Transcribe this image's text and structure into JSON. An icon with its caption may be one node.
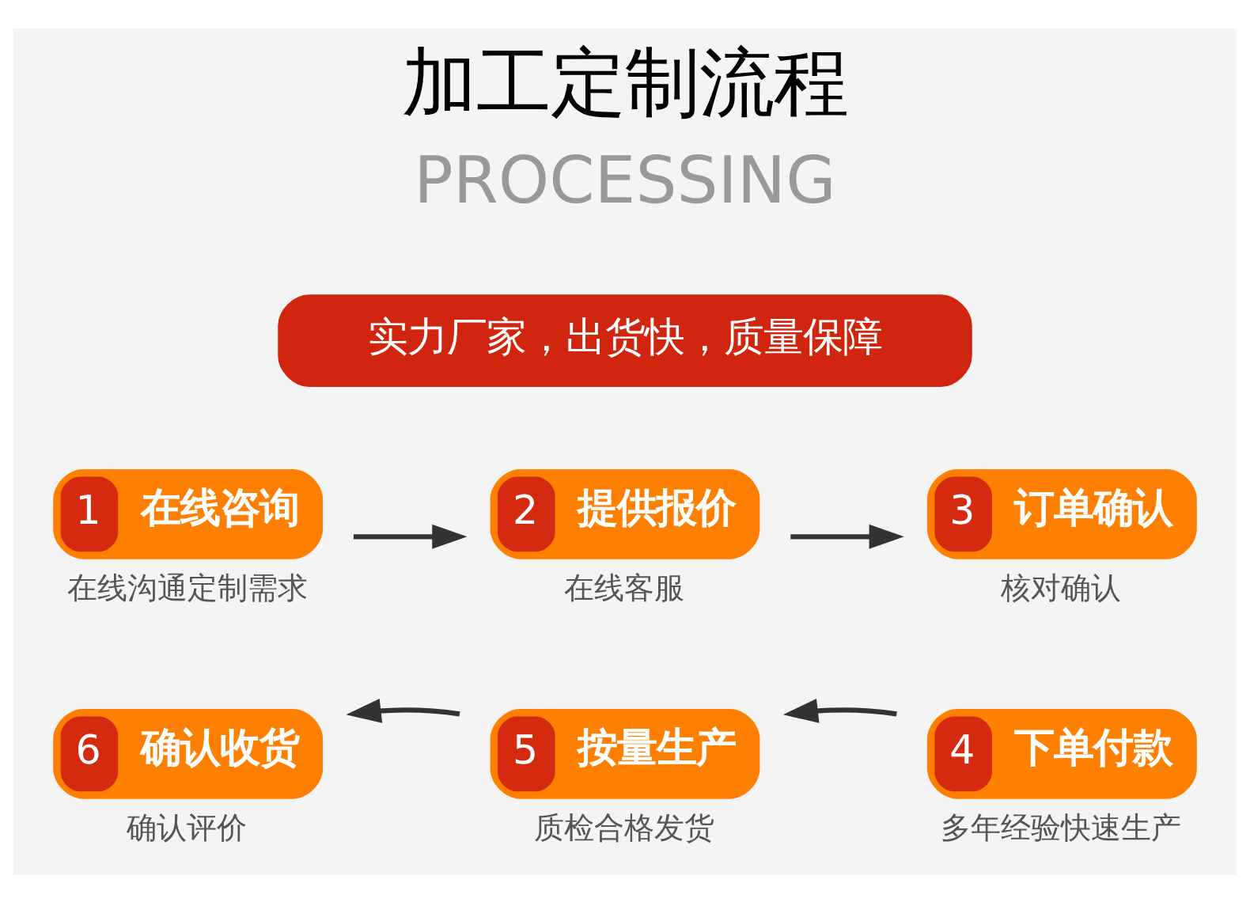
{
  "diagram": {
    "title": "加工定制流程",
    "nodes": [
      {
        "text": [
          "实力厂家，出货快，质量保障"
        ]
      },
      {
        "text": [
          "1",
          "在线咨询"
        ],
        "beside": [
          "在线沟通定制需求"
        ]
      },
      {
        "text": [
          "2",
          "提供报价"
        ],
        "beside": [
          "在线客服"
        ]
      },
      {
        "text": [
          "3",
          "订单确认"
        ],
        "beside": [
          "核对确认"
        ]
      },
      {
        "text": [
          "4",
          "下单付款"
        ],
        "beside": [
          "多年经验快速生产"
        ]
      },
      {
        "text": [
          "5",
          "按量生产"
        ],
        "beside": [
          "质检合格发货"
        ]
      },
      {
        "text": [
          "6",
          "确认收货"
        ],
        "beside": [
          "确认评价"
        ]
      }
    ],
    "edges": [
      {
        "from": 1,
        "to": 2,
        "arrow": "to"
      },
      {
        "from": 2,
        "to": 3,
        "arrow": "to"
      },
      {
        "from": 4,
        "to": 5,
        "arrow": "to"
      },
      {
        "from": 5,
        "to": 6,
        "arrow": "to"
      }
    ],
    "labels": [
      "PROCESSING"
    ]
  }
}
